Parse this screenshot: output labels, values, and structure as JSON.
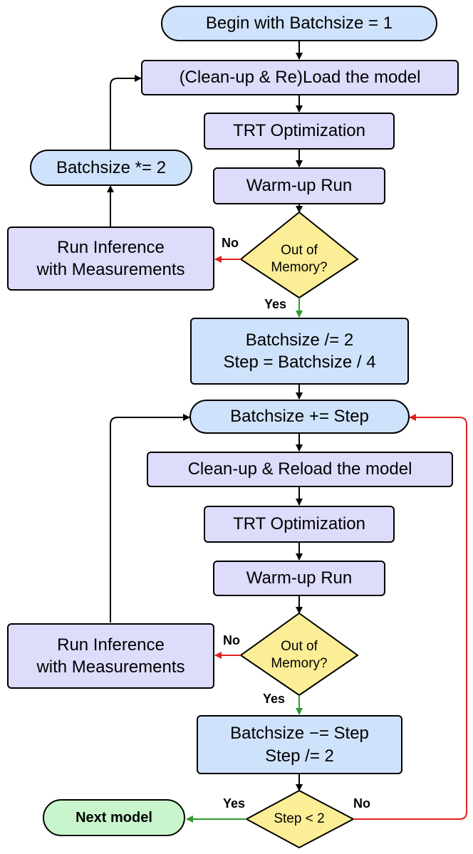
{
  "nodes": {
    "start": "Begin with Batchsize = 1",
    "reload1": "(Clean-up & Re)Load the model",
    "trt1": "TRT Optimization",
    "warmup1": "Warm-up Run",
    "oom1": "Out of\nMemory?",
    "batch_double": "Batchsize *= 2",
    "infer1": "Run Inference\nwith Measurements",
    "halve": "Batchsize /= 2\nStep = Batchsize / 4",
    "add_step": "Batchsize += Step",
    "reload2": "Clean-up & Reload the model",
    "trt2": "TRT Optimization",
    "warmup2": "Warm-up Run",
    "oom2": "Out of\nMemory?",
    "infer2": "Run Inference\nwith Measurements",
    "sub_step": "Batchsize −= Step\nStep /= 2",
    "step_check": "Step < 2",
    "next_model": "Next model"
  },
  "edge_labels": {
    "oom1_no": "No",
    "oom1_yes": "Yes",
    "oom2_no": "No",
    "oom2_yes": "Yes",
    "step_yes": "Yes",
    "step_no": "No"
  },
  "colors": {
    "process_fill": "#dddcfa",
    "state_fill": "#cfe2fb",
    "decision_fill": "#fbee96",
    "terminal_fill": "#c8f5cb",
    "yes_arrow": "#2e9a2e",
    "no_arrow": "#e02020",
    "default_arrow": "#000000"
  }
}
